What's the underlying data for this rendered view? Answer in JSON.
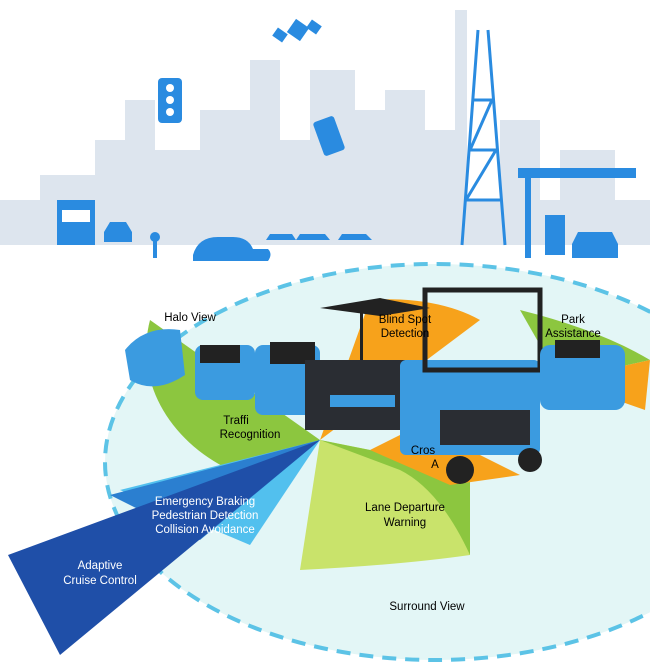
{
  "colors": {
    "building": "#dde5ee",
    "icon": "#2a8be0",
    "oval": "#e3f6f6",
    "dash": "#5cc3e6",
    "green": "#8cc63f",
    "lightgreen": "#c9e36b",
    "orange": "#f7a21b",
    "darkblue": "#1f4fa8",
    "midblue": "#2b7fd0",
    "lightblue": "#52c0ee",
    "machine": "#3b9be0"
  },
  "labels": {
    "halo_view": "Halo View",
    "blind_spot": [
      "Blind Spot",
      "Detection"
    ],
    "park_assist": [
      "Park",
      "Assistance"
    ],
    "traffic_sign": [
      "Traffi",
      "Recognition"
    ],
    "cross_traffic": [
      "Cros",
      "A"
    ],
    "emergency": [
      "Emergency Braking",
      "Pedestrian Detection",
      "Collision Avoidance"
    ],
    "adaptive": [
      "Adaptive",
      "Cruise Control"
    ],
    "lane": [
      "Lane Departure",
      "Warning"
    ],
    "surround": "Surround View"
  }
}
